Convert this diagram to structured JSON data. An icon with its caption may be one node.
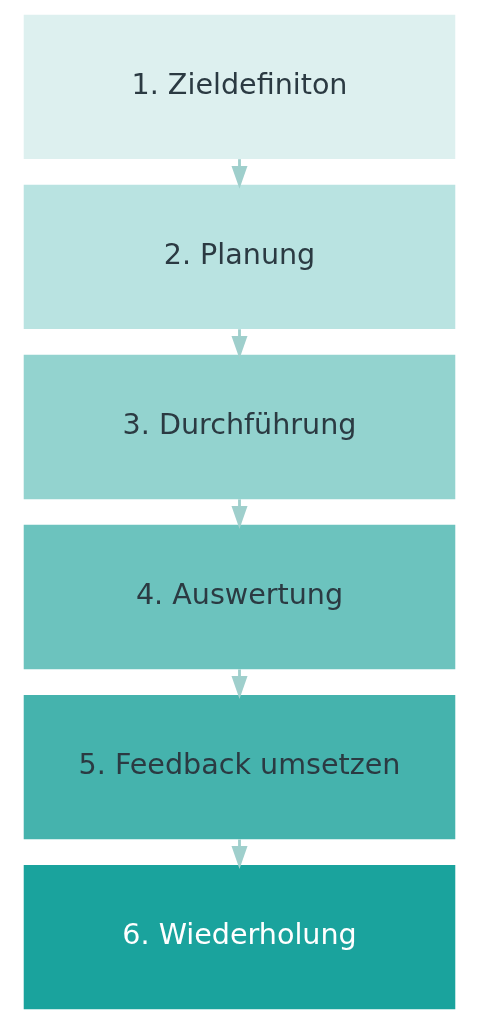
{
  "diagram": {
    "nodes": [
      {
        "text": [
          "1. Zieldefiniton"
        ]
      },
      {
        "text": [
          "2. Planung"
        ]
      },
      {
        "text": [
          "3. Durchführung"
        ]
      },
      {
        "text": [
          "4. Auswertung"
        ]
      },
      {
        "text": [
          "5. Feedback umsetzen"
        ]
      },
      {
        "text": [
          "6. Wiederholung"
        ]
      }
    ],
    "edges": [
      {
        "from": 0,
        "to": 1,
        "arrow": "to"
      },
      {
        "from": 1,
        "to": 2,
        "arrow": "to"
      },
      {
        "from": 2,
        "to": 3,
        "arrow": "to"
      },
      {
        "from": 3,
        "to": 4,
        "arrow": "to"
      },
      {
        "from": 4,
        "to": 5,
        "arrow": "to"
      }
    ]
  }
}
